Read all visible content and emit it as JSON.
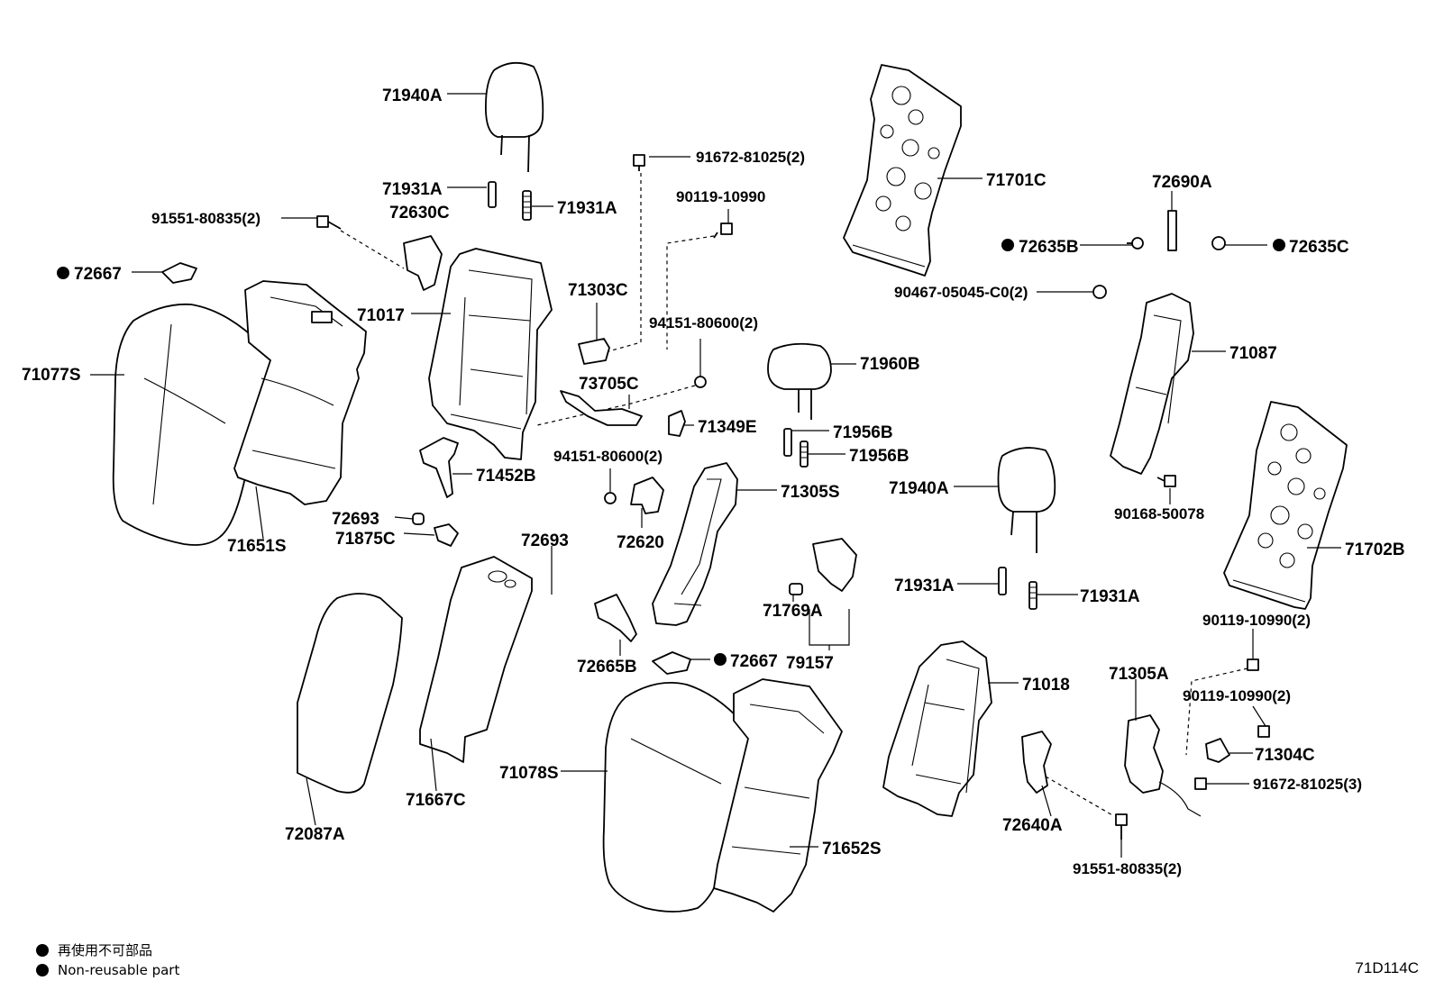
{
  "diagram": {
    "labels": [
      "71940A",
      "71931A",
      "71931A",
      "72630C",
      "91551-80835(2)",
      "72667",
      "71077S",
      "71017",
      "71651S",
      "91672-81025(2)",
      "90119-10990",
      "71303C",
      "94151-80600(2)",
      "73705C",
      "71349E",
      "71452B",
      "94151-80600(2)",
      "72693",
      "71875C",
      "72620",
      "72693",
      "71305S",
      "71960B",
      "71956B",
      "71956B",
      "71769A",
      "79157",
      "72665B",
      "72667",
      "71078S",
      "71652S",
      "72087A",
      "71667C",
      "71701C",
      "72690A",
      "72635B",
      "72635C",
      "90467-05045-C0(2)",
      "71087",
      "90168-50078",
      "71702B",
      "71940A",
      "71931A",
      "71931A",
      "71018",
      "71305A",
      "90119-10990(2)",
      "90119-10990(2)",
      "71304C",
      "91672-81025(3)",
      "72640A",
      "91551-80835(2)"
    ],
    "legend_ja": "再使用不可部品",
    "legend_en": "Non-reusable part",
    "diagram_code": "71D114C"
  }
}
